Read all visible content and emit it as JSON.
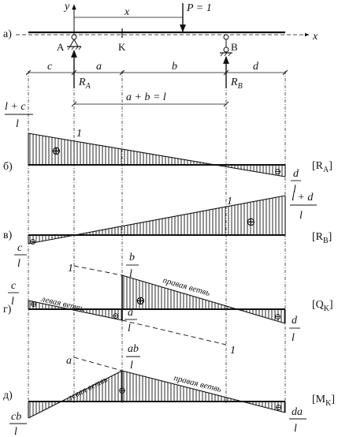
{
  "panels": {
    "a": "а)",
    "b": "б)",
    "v": "в)",
    "g": "г)",
    "d": "д)"
  },
  "beam": {
    "axis_y": "y",
    "axis_x": "x",
    "x_dim": "x",
    "load": "P = 1",
    "support_a": "A",
    "section_k": "K",
    "support_b": "B",
    "reaction_a": "R",
    "reaction_a_sub": "A",
    "reaction_b": "R",
    "reaction_b_sub": "B",
    "dims": {
      "c": "c",
      "a": "a",
      "b": "b",
      "d": "d",
      "span": "a + b = l"
    }
  },
  "ra": {
    "label": "[R",
    "label_sub": "A",
    "label_close": "]",
    "left_num": "l + c",
    "left_den": "l",
    "unit": "1",
    "right_num": "d",
    "right_den": "l",
    "plus": "⊕",
    "minus": "⊖"
  },
  "rb": {
    "label": "[R",
    "label_sub": "B",
    "label_close": "]",
    "left_num": "c",
    "left_den": "l",
    "unit": "1",
    "right_num": "l + d",
    "right_den": "l",
    "plus": "⊕",
    "minus": "⊖"
  },
  "qk": {
    "label": "[Q",
    "label_sub": "K",
    "label_close": "]",
    "left_num": "c",
    "left_den": "l",
    "left_branch": "левая ветвь",
    "right_branch": "правая ветвь",
    "unit_top": "1",
    "unit_bottom": "1",
    "jump_top_num": "b",
    "jump_top_den": "l",
    "jump_bot_num": "a",
    "jump_bot_den": "l",
    "right_num": "d",
    "right_den": "l",
    "plus": "⊕",
    "minus": "⊖"
  },
  "mk": {
    "label": "[M",
    "label_sub": "K",
    "label_close": "]",
    "apex_num": "ab",
    "apex_den": "l",
    "a_mark": "a",
    "left_branch": "левая ветвь",
    "right_branch": "правая ветвь",
    "left_num": "cb",
    "left_den": "l",
    "right_num": "da",
    "right_den": "l",
    "plus": "⊕",
    "minus": "⊖"
  }
}
